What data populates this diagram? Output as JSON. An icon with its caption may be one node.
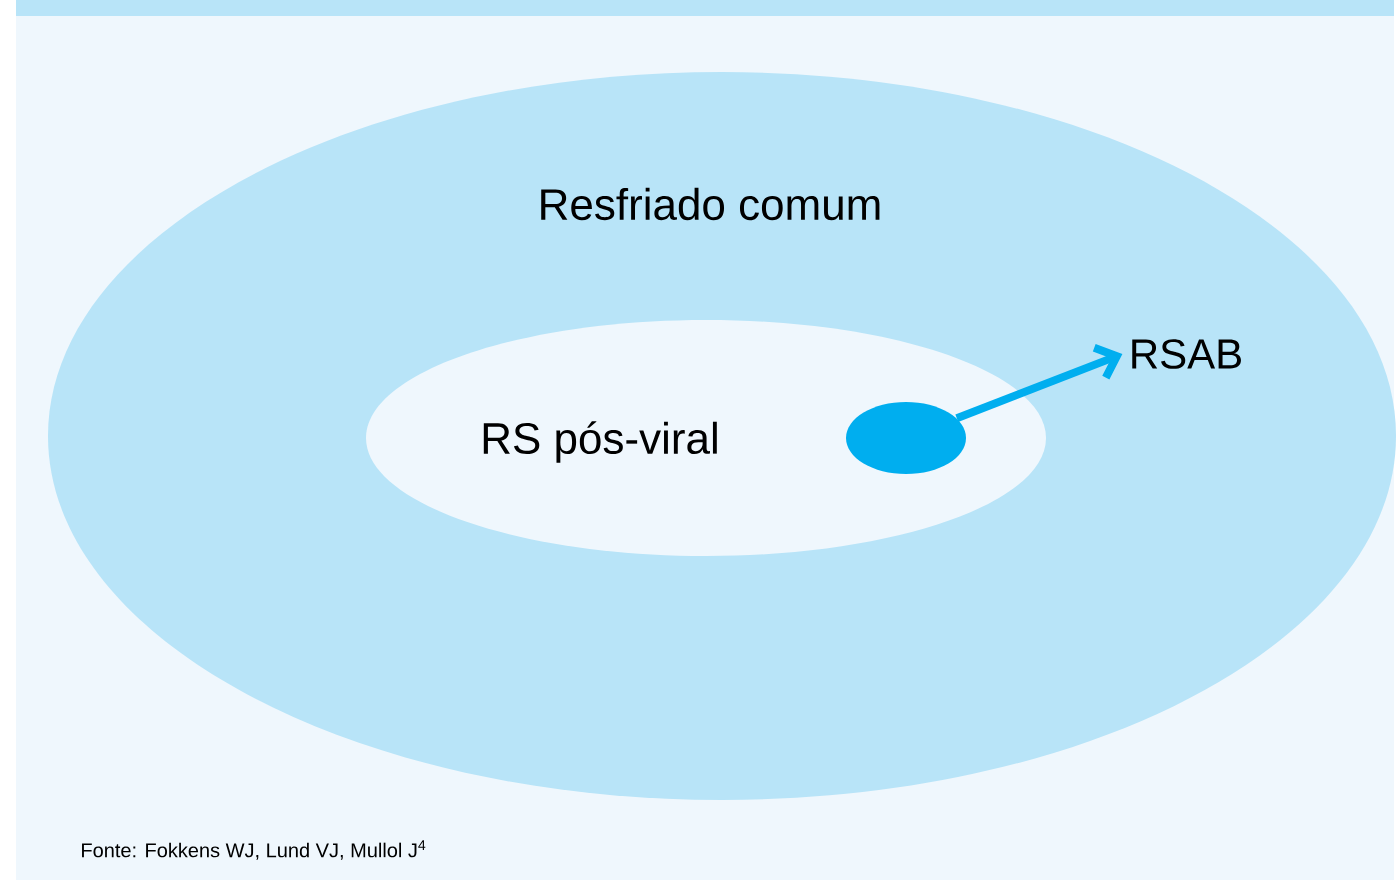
{
  "diagram": {
    "nodes": [
      {
        "text": [
          "Resfriado comum"
        ]
      },
      {
        "text": [
          "RS pós-viral"
        ],
        "in": 0
      },
      {
        "text": [],
        "shape": "ellipse",
        "in": 1
      },
      {
        "text": [
          "RSAB"
        ],
        "in": 0
      }
    ],
    "edges": [
      {
        "from": 2,
        "to": 3,
        "arrow": "to",
        "color": "#00aeef"
      }
    ],
    "labels": [
      "Fonte: Fokkens WJ, Lund VJ, Mullol J$^{4}$"
    ]
  }
}
